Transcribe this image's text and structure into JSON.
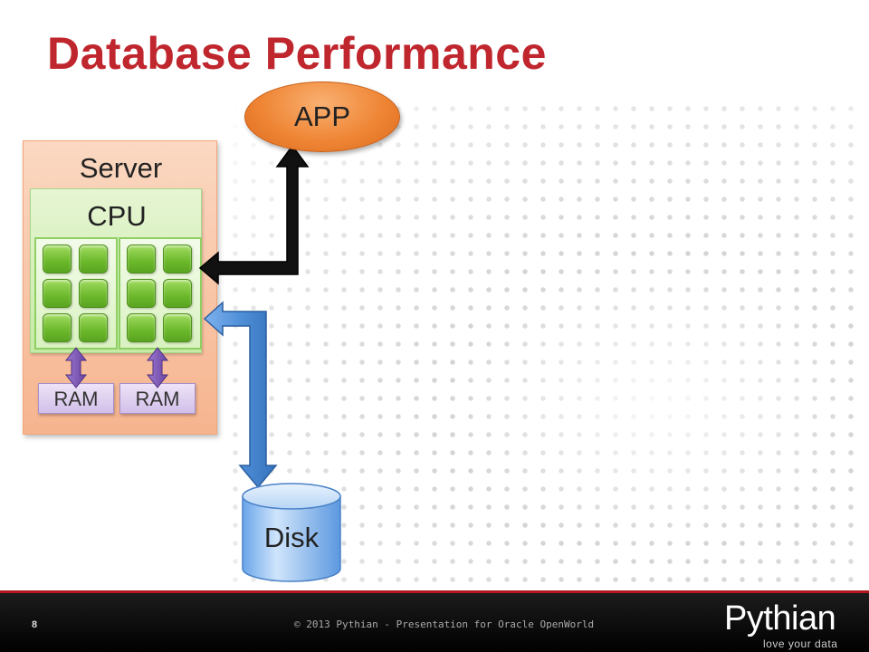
{
  "slide": {
    "title": "Database Performance",
    "page_number": "8",
    "footer_text": "© 2013 Pythian - Presentation for Oracle OpenWorld",
    "logo": {
      "name": "Pythian",
      "tagline": "love your data"
    }
  },
  "diagram": {
    "server_label": "Server",
    "cpu_label": "CPU",
    "ram_labels": [
      "RAM",
      "RAM"
    ],
    "app_label": "APP",
    "disk_label": "Disk"
  },
  "colors": {
    "title": "#c0262d",
    "server_fill": "#f6b48e",
    "cpu_fill": "#c6eba6",
    "core_fill": "#6bb82a",
    "ram_fill": "#d2bfe9",
    "ram_arrow": "#7d55b2",
    "app_fill": "#ef8636",
    "disk_fill": "#8ec0f2",
    "disk_arrow": "#4f8fd8",
    "app_arrow": "#111111",
    "footer_accent": "#b2161e"
  }
}
